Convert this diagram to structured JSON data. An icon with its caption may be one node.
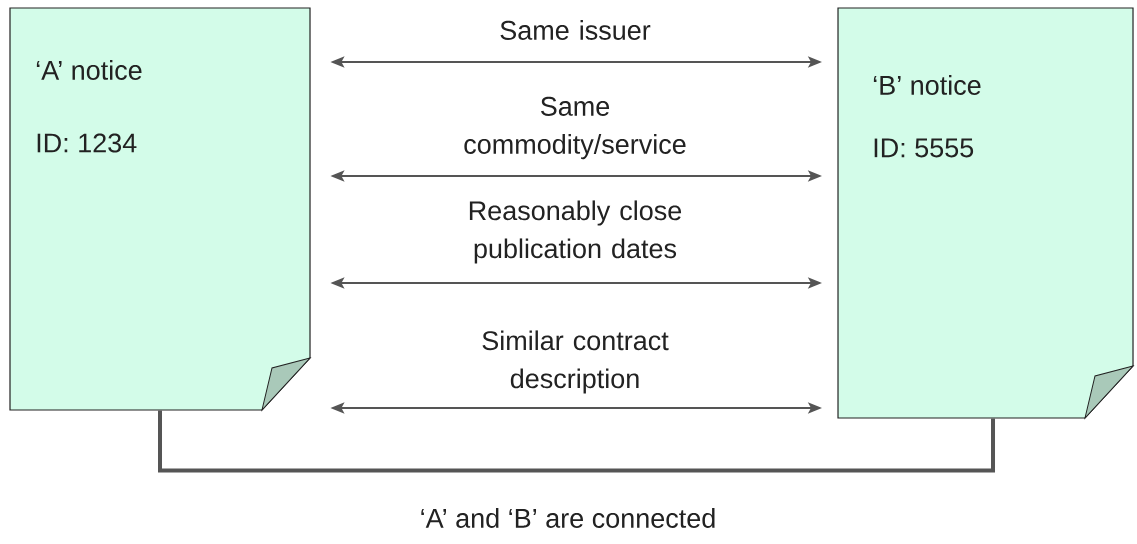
{
  "diagram": {
    "caption": "‘A’ and ‘B’ are connected",
    "nodes": [
      {
        "text": [
          "‘A’ notice",
          "ID: 1234"
        ]
      },
      {
        "text": [
          "‘B’ notice",
          "ID: 5555"
        ]
      }
    ],
    "edges": [
      {
        "from": 0,
        "to": 1,
        "arrow": "both",
        "label": "Same issuer"
      },
      {
        "from": 0,
        "to": 1,
        "arrow": "both",
        "label": "Same commodity/service"
      },
      {
        "from": 0,
        "to": 1,
        "arrow": "both",
        "label": "Reasonably close publication dates"
      },
      {
        "from": 0,
        "to": 1,
        "arrow": "both",
        "label": "Similar contract description"
      },
      {
        "from": 0,
        "to": 1,
        "arrow": "none",
        "style": "thick"
      }
    ]
  }
}
